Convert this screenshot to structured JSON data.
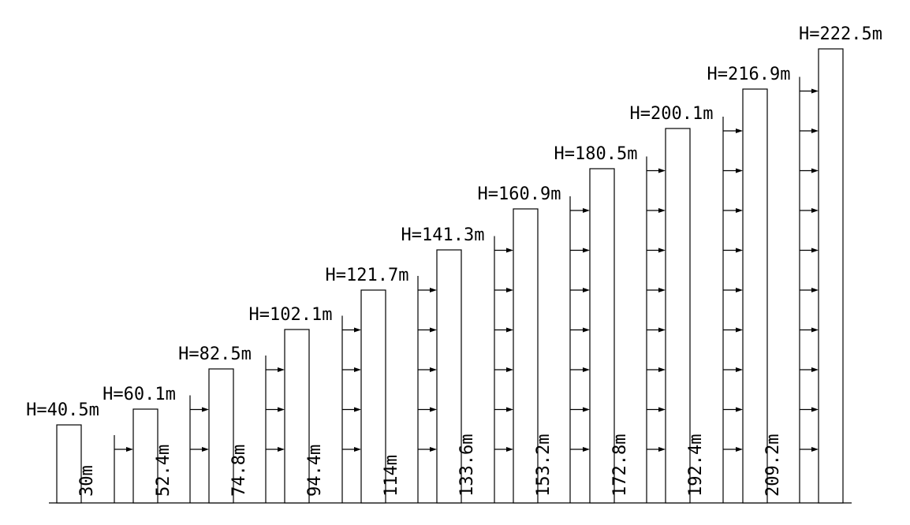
{
  "towers": [
    {
      "label": "H=40.5m"
    },
    {
      "label": "H=60.1m"
    },
    {
      "label": "H=82.5m"
    },
    {
      "label": "H=102.1m"
    },
    {
      "label": "H=121.7m"
    },
    {
      "label": "H=141.3m"
    },
    {
      "label": "H=160.9m"
    },
    {
      "label": "H=180.5m"
    },
    {
      "label": "H=200.1m"
    },
    {
      "label": "H=216.9m"
    },
    {
      "label": "H=222.5m"
    }
  ],
  "gaps": [
    {
      "label": "30m",
      "arrows": 1
    },
    {
      "label": "52.4m",
      "arrows": 2
    },
    {
      "label": "74.8m",
      "arrows": 3
    },
    {
      "label": "94.4m",
      "arrows": 4
    },
    {
      "label": "114m",
      "arrows": 5
    },
    {
      "label": "133.6m",
      "arrows": 6
    },
    {
      "label": "153.2m",
      "arrows": 7
    },
    {
      "label": "172.8m",
      "arrows": 8
    },
    {
      "label": "192.4m",
      "arrows": 9
    },
    {
      "label": "209.2m",
      "arrows": 10
    }
  ]
}
